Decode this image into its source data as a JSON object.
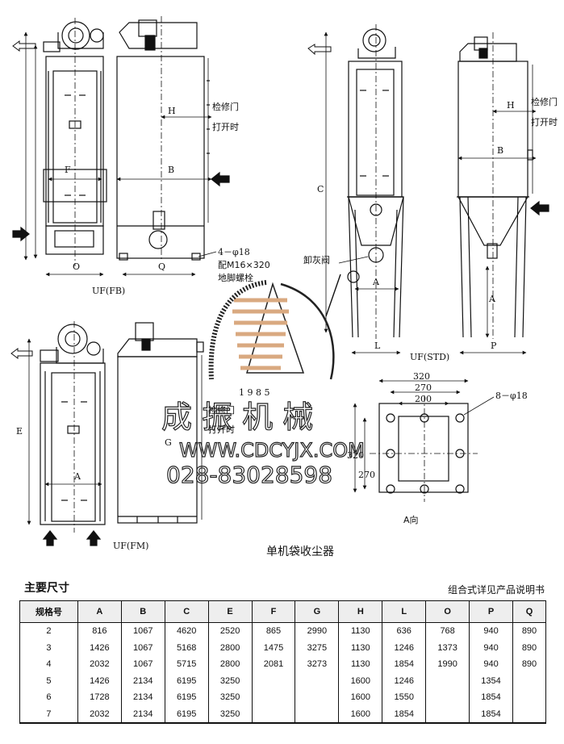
{
  "drawing": {
    "title": "单机袋收尘器",
    "views": {
      "fb": {
        "caption": "UF(FB)"
      },
      "std": {
        "caption": "UF(STD)"
      },
      "fm": {
        "caption": "UF(FM)"
      },
      "a_view": {
        "caption": "A向"
      }
    },
    "dim_labels": {
      "H": "H",
      "B": "B",
      "F": "F",
      "O": "O",
      "Q": "Q",
      "C": "C",
      "A": "A",
      "L": "L",
      "P": "P",
      "E": "E",
      "G": "G"
    },
    "annotations": {
      "door": "检修门",
      "door_open": "打开时",
      "bolt_count": "4－φ18",
      "bolt_spec": "配M16×320",
      "bolt_name": "地脚螺栓",
      "ash_valve": "卸灰阀",
      "a_view_holes": "8－φ18",
      "a_view_d1": "320",
      "a_view_d2": "270",
      "a_view_d3": "200",
      "a_view_v1": "320",
      "a_view_v2": "270"
    },
    "watermark": {
      "year": "1 9 8 5",
      "company": "成 振 机 械",
      "url": "WWW.CDCYJX.COM",
      "phone": "028-83028598"
    }
  },
  "table": {
    "section_title": "主要尺寸",
    "note": "组合式详见产品说明书",
    "headers": [
      "规格号",
      "A",
      "B",
      "C",
      "E",
      "F",
      "G",
      "H",
      "L",
      "O",
      "P",
      "Q"
    ],
    "rows": [
      [
        "2",
        "816",
        "1067",
        "4620",
        "2520",
        "865",
        "2990",
        "1130",
        "636",
        "768",
        "940",
        "890"
      ],
      [
        "3",
        "1426",
        "1067",
        "5168",
        "2800",
        "1475",
        "3275",
        "1130",
        "1246",
        "1373",
        "940",
        "890"
      ],
      [
        "4",
        "2032",
        "1067",
        "5715",
        "2800",
        "2081",
        "3273",
        "1130",
        "1854",
        "1990",
        "940",
        "890"
      ],
      [
        "5",
        "1426",
        "2134",
        "6195",
        "3250",
        "",
        "",
        "1600",
        "1246",
        "",
        "1354",
        ""
      ],
      [
        "6",
        "1728",
        "2134",
        "6195",
        "3250",
        "",
        "",
        "1600",
        "1550",
        "",
        "1854",
        ""
      ],
      [
        "7",
        "2032",
        "2134",
        "6195",
        "3250",
        "",
        "",
        "1600",
        "1854",
        "",
        "1854",
        ""
      ]
    ]
  }
}
